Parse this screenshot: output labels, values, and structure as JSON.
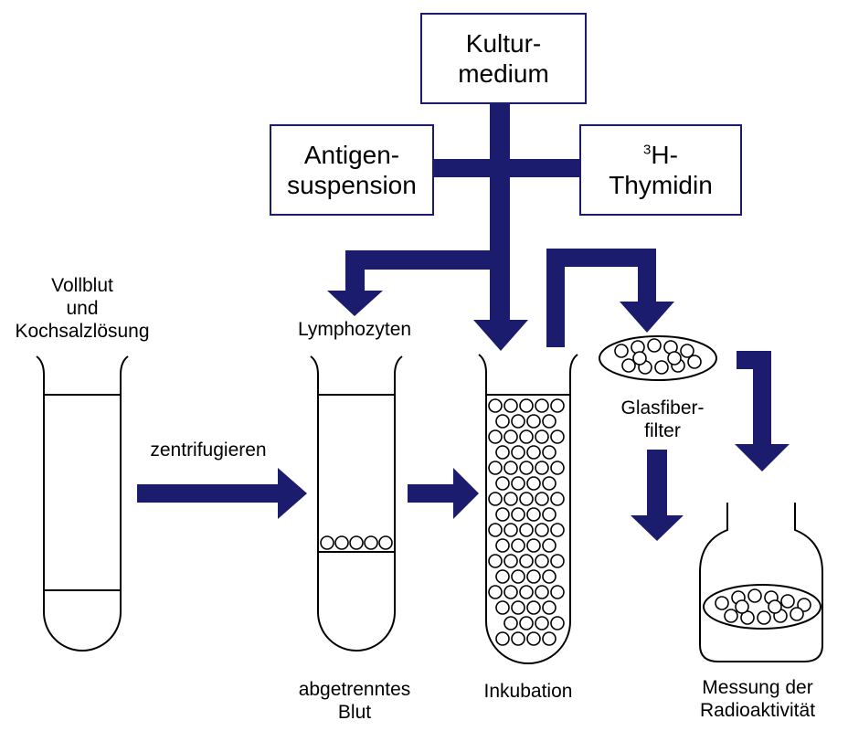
{
  "colors": {
    "arrow": "#1c1c6e",
    "line": "#000000",
    "background": "#ffffff"
  },
  "boxes": {
    "kulturmedium": {
      "line1": "Kultur-",
      "line2": "medium"
    },
    "antigen": {
      "line1": "Antigen-",
      "line2": "suspension"
    },
    "thymidin": {
      "sup": "3",
      "line1": "H-",
      "line2": "Thymidin"
    }
  },
  "labels": {
    "vollblut": [
      "Vollblut",
      "und",
      "Kochsalzlösung"
    ],
    "zentrifugieren": "zentrifugieren",
    "lymphozyten": "Lymphozyten",
    "glasfiber": [
      "Glasfiber-",
      "filter"
    ],
    "abgetrenntes": [
      "abgetrenntes",
      "Blut"
    ],
    "inkubation": "Inkubation",
    "messung": [
      "Messung der",
      "Radioaktivität"
    ]
  }
}
